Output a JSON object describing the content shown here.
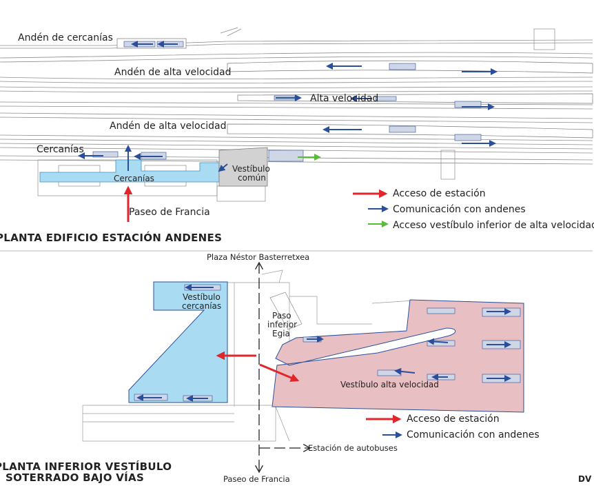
{
  "colors": {
    "red": "#e1262b",
    "blue": "#2b4e9a",
    "green": "#5aba3a",
    "light_blue_fill": "#a9dcf2",
    "pink_fill": "#e8bfc2",
    "grey_fill": "#d2d2d2",
    "line": "#9a9a9a"
  },
  "top": {
    "title": "PLANTA EDIFICIO ESTACIÓN ANDENES",
    "labels": {
      "anden_cercanias": "Andén de cercanías",
      "anden_av_1": "Andén de alta velocidad",
      "alta_velocidad": "Alta velocidad",
      "anden_av_2": "Andén de alta velocidad",
      "cercanias_platform": "Cercanías",
      "cercanias_area": "Cercanías",
      "vestibulo_comun_1": "Vestíbulo",
      "vestibulo_comun_2": "común",
      "paseo_francia": "Paseo de Francia"
    },
    "legend": [
      {
        "label": "Acceso de estación",
        "color": "red"
      },
      {
        "label": "Comunicación con andenes",
        "color": "blue"
      },
      {
        "label": "Acceso vestíbulo inferior de alta velocidad",
        "color": "green"
      }
    ]
  },
  "bottom": {
    "title_line1": "PLANTA INFERIOR VESTÍBULO",
    "title_line2": "SOTERRADO BAJO VÍAS",
    "labels": {
      "plaza": "Plaza Néstor Basterretxea",
      "vest_cerc_1": "Vestíbulo",
      "vest_cerc_2": "cercanías",
      "paso_1": "Paso",
      "paso_2": "inferior",
      "paso_3": "Egia",
      "vest_av": "Vestíbulo alta velocidad",
      "autobuses": "Estación de autobuses",
      "paseo_francia": "Paseo de Francia"
    },
    "legend": [
      {
        "label": "Acceso de estación",
        "color": "red"
      },
      {
        "label": "Comunicación con andenes",
        "color": "blue"
      }
    ]
  },
  "credit": "DV"
}
